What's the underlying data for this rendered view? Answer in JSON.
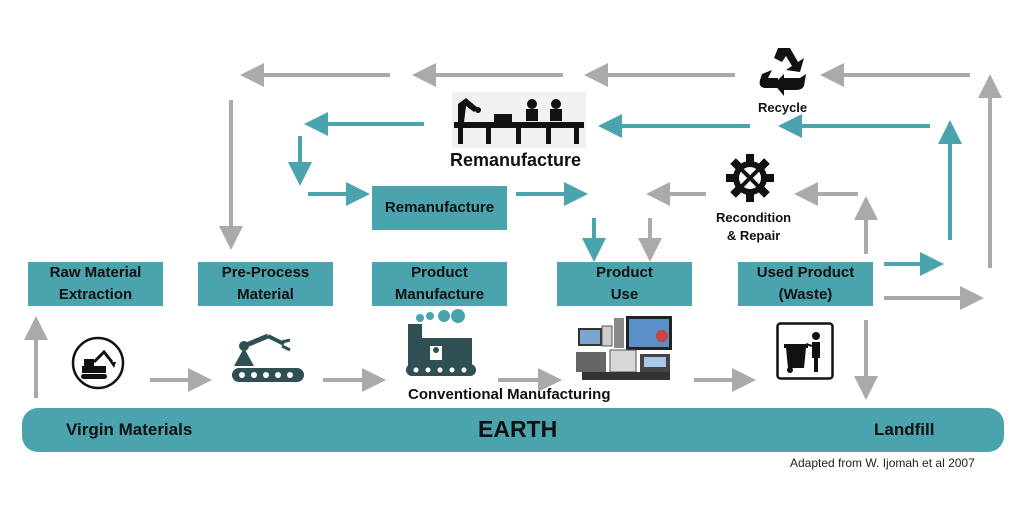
{
  "nodes": {
    "raw_material": "Raw Material\nExtraction",
    "pre_process": "Pre-Process\nMaterial",
    "product_manufacture": "Product\nManufacture",
    "product_use": "Product\nUse",
    "used_product": "Used Product\n(Waste)",
    "remanufacture_box": "Remanufacture"
  },
  "labels": {
    "recycle": "Recycle",
    "remanufacture_top": "Remanufacture",
    "recondition": "Recondition\n& Repair",
    "conventional_manufacturing": "Conventional Manufacturing",
    "virgin_materials": "Virgin Materials",
    "earth": "EARTH",
    "landfill": "Landfill",
    "credit": "Adapted from W. Ijomah et al 2007"
  },
  "icons": {
    "excavator": "excavator-icon",
    "robot_conveyor": "robot-conveyor-icon",
    "factory": "factory-icon",
    "electronics": "electronics-icon",
    "trash": "trash-bin-icon",
    "recycle": "recycle-icon",
    "gear_wrench": "gear-wrench-icon",
    "assembly_line": "assembly-line-icon"
  },
  "colors": {
    "teal": "#4aa3ad",
    "gray_arrow": "#aaaaaa",
    "text": "#111111"
  }
}
